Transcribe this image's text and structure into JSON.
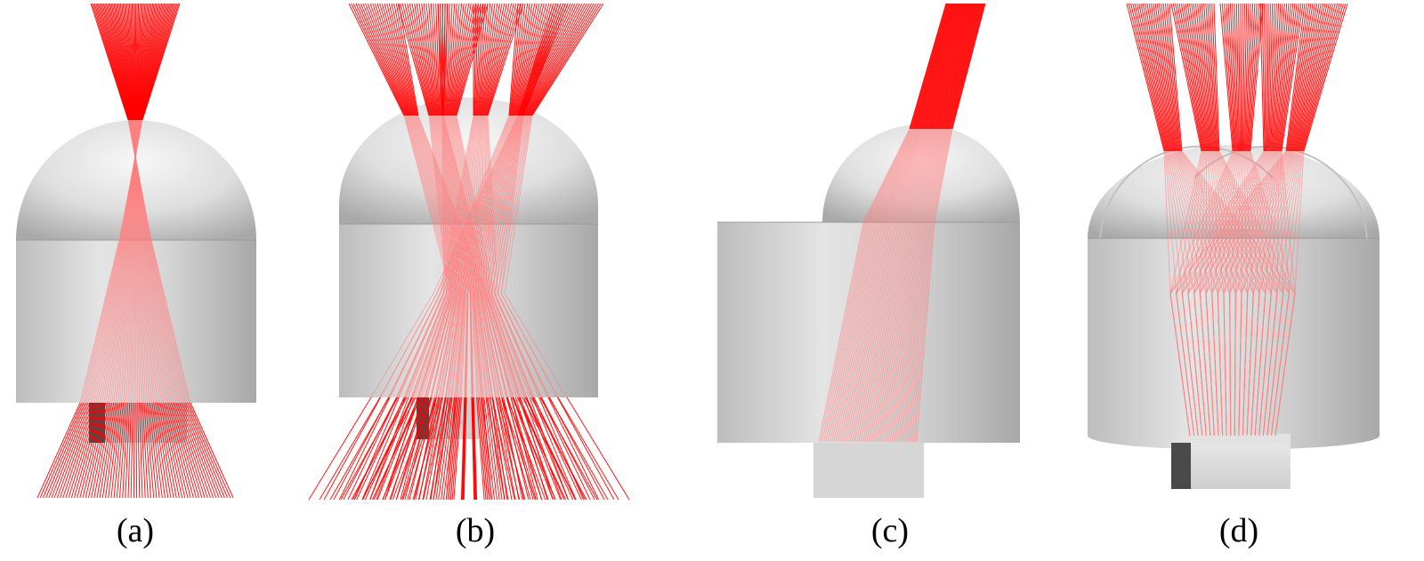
{
  "captions": {
    "a": "(a)",
    "b": "(b)",
    "c": "(c)",
    "d": "(d)"
  },
  "colors": {
    "ray": "#ff0000",
    "ray_inside": "#ff8080",
    "lens_light": "#eeeeee",
    "lens_dark": "#b4b4b4",
    "chip_light": "#d6d6d6",
    "chip_dark": "#555555",
    "background": "#ffffff"
  }
}
